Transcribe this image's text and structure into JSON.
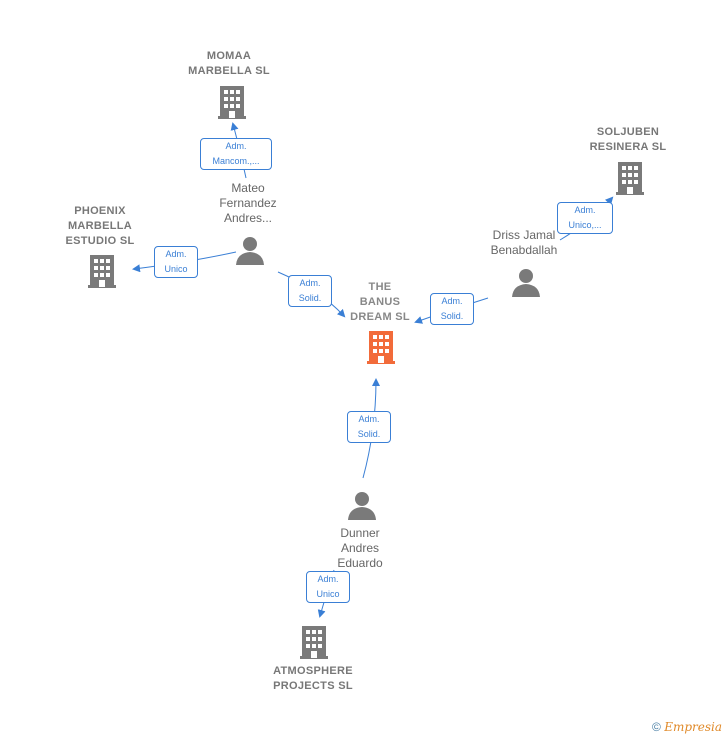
{
  "nodes": {
    "momaa": {
      "lines": [
        "MOMAA",
        "MARBELLA  SL"
      ]
    },
    "phoenix": {
      "lines": [
        "PHOENIX",
        "MARBELLA",
        "ESTUDIO SL"
      ]
    },
    "soljuben": {
      "lines": [
        "SOLJUBEN",
        "RESINERA  SL"
      ]
    },
    "banus": {
      "lines": [
        "THE",
        "BANUS",
        "DREAM  SL"
      ]
    },
    "atmosphere": {
      "lines": [
        "ATMOSPHERE",
        "PROJECTS  SL"
      ]
    },
    "mateo": {
      "lines": [
        "Mateo",
        "Fernandez",
        "Andres..."
      ]
    },
    "driss": {
      "lines": [
        "Driss Jamal",
        "Benabdallah"
      ]
    },
    "dunner": {
      "lines": [
        "Dunner",
        "Andres",
        "Eduardo"
      ]
    }
  },
  "edges": {
    "mateo_momaa": {
      "lines": [
        "Adm.",
        "Mancom.,..."
      ]
    },
    "mateo_phoenix": {
      "lines": [
        "Adm.",
        "Unico"
      ]
    },
    "mateo_banus": {
      "lines": [
        "Adm.",
        "Solid."
      ]
    },
    "driss_soljuben": {
      "lines": [
        "Adm.",
        "Unico,..."
      ]
    },
    "driss_banus": {
      "lines": [
        "Adm.",
        "Solid."
      ]
    },
    "dunner_banus": {
      "lines": [
        "Adm.",
        "Solid."
      ]
    },
    "dunner_atmosphere": {
      "lines": [
        "Adm.",
        "Unico"
      ]
    }
  },
  "colors": {
    "edge": "#3a7fd5",
    "company_icon": "#7a7a7a",
    "focus_icon": "#f26b3a",
    "person_icon": "#7a7a7a"
  },
  "footer": {
    "copyright": "©",
    "brand": "Empresia"
  }
}
